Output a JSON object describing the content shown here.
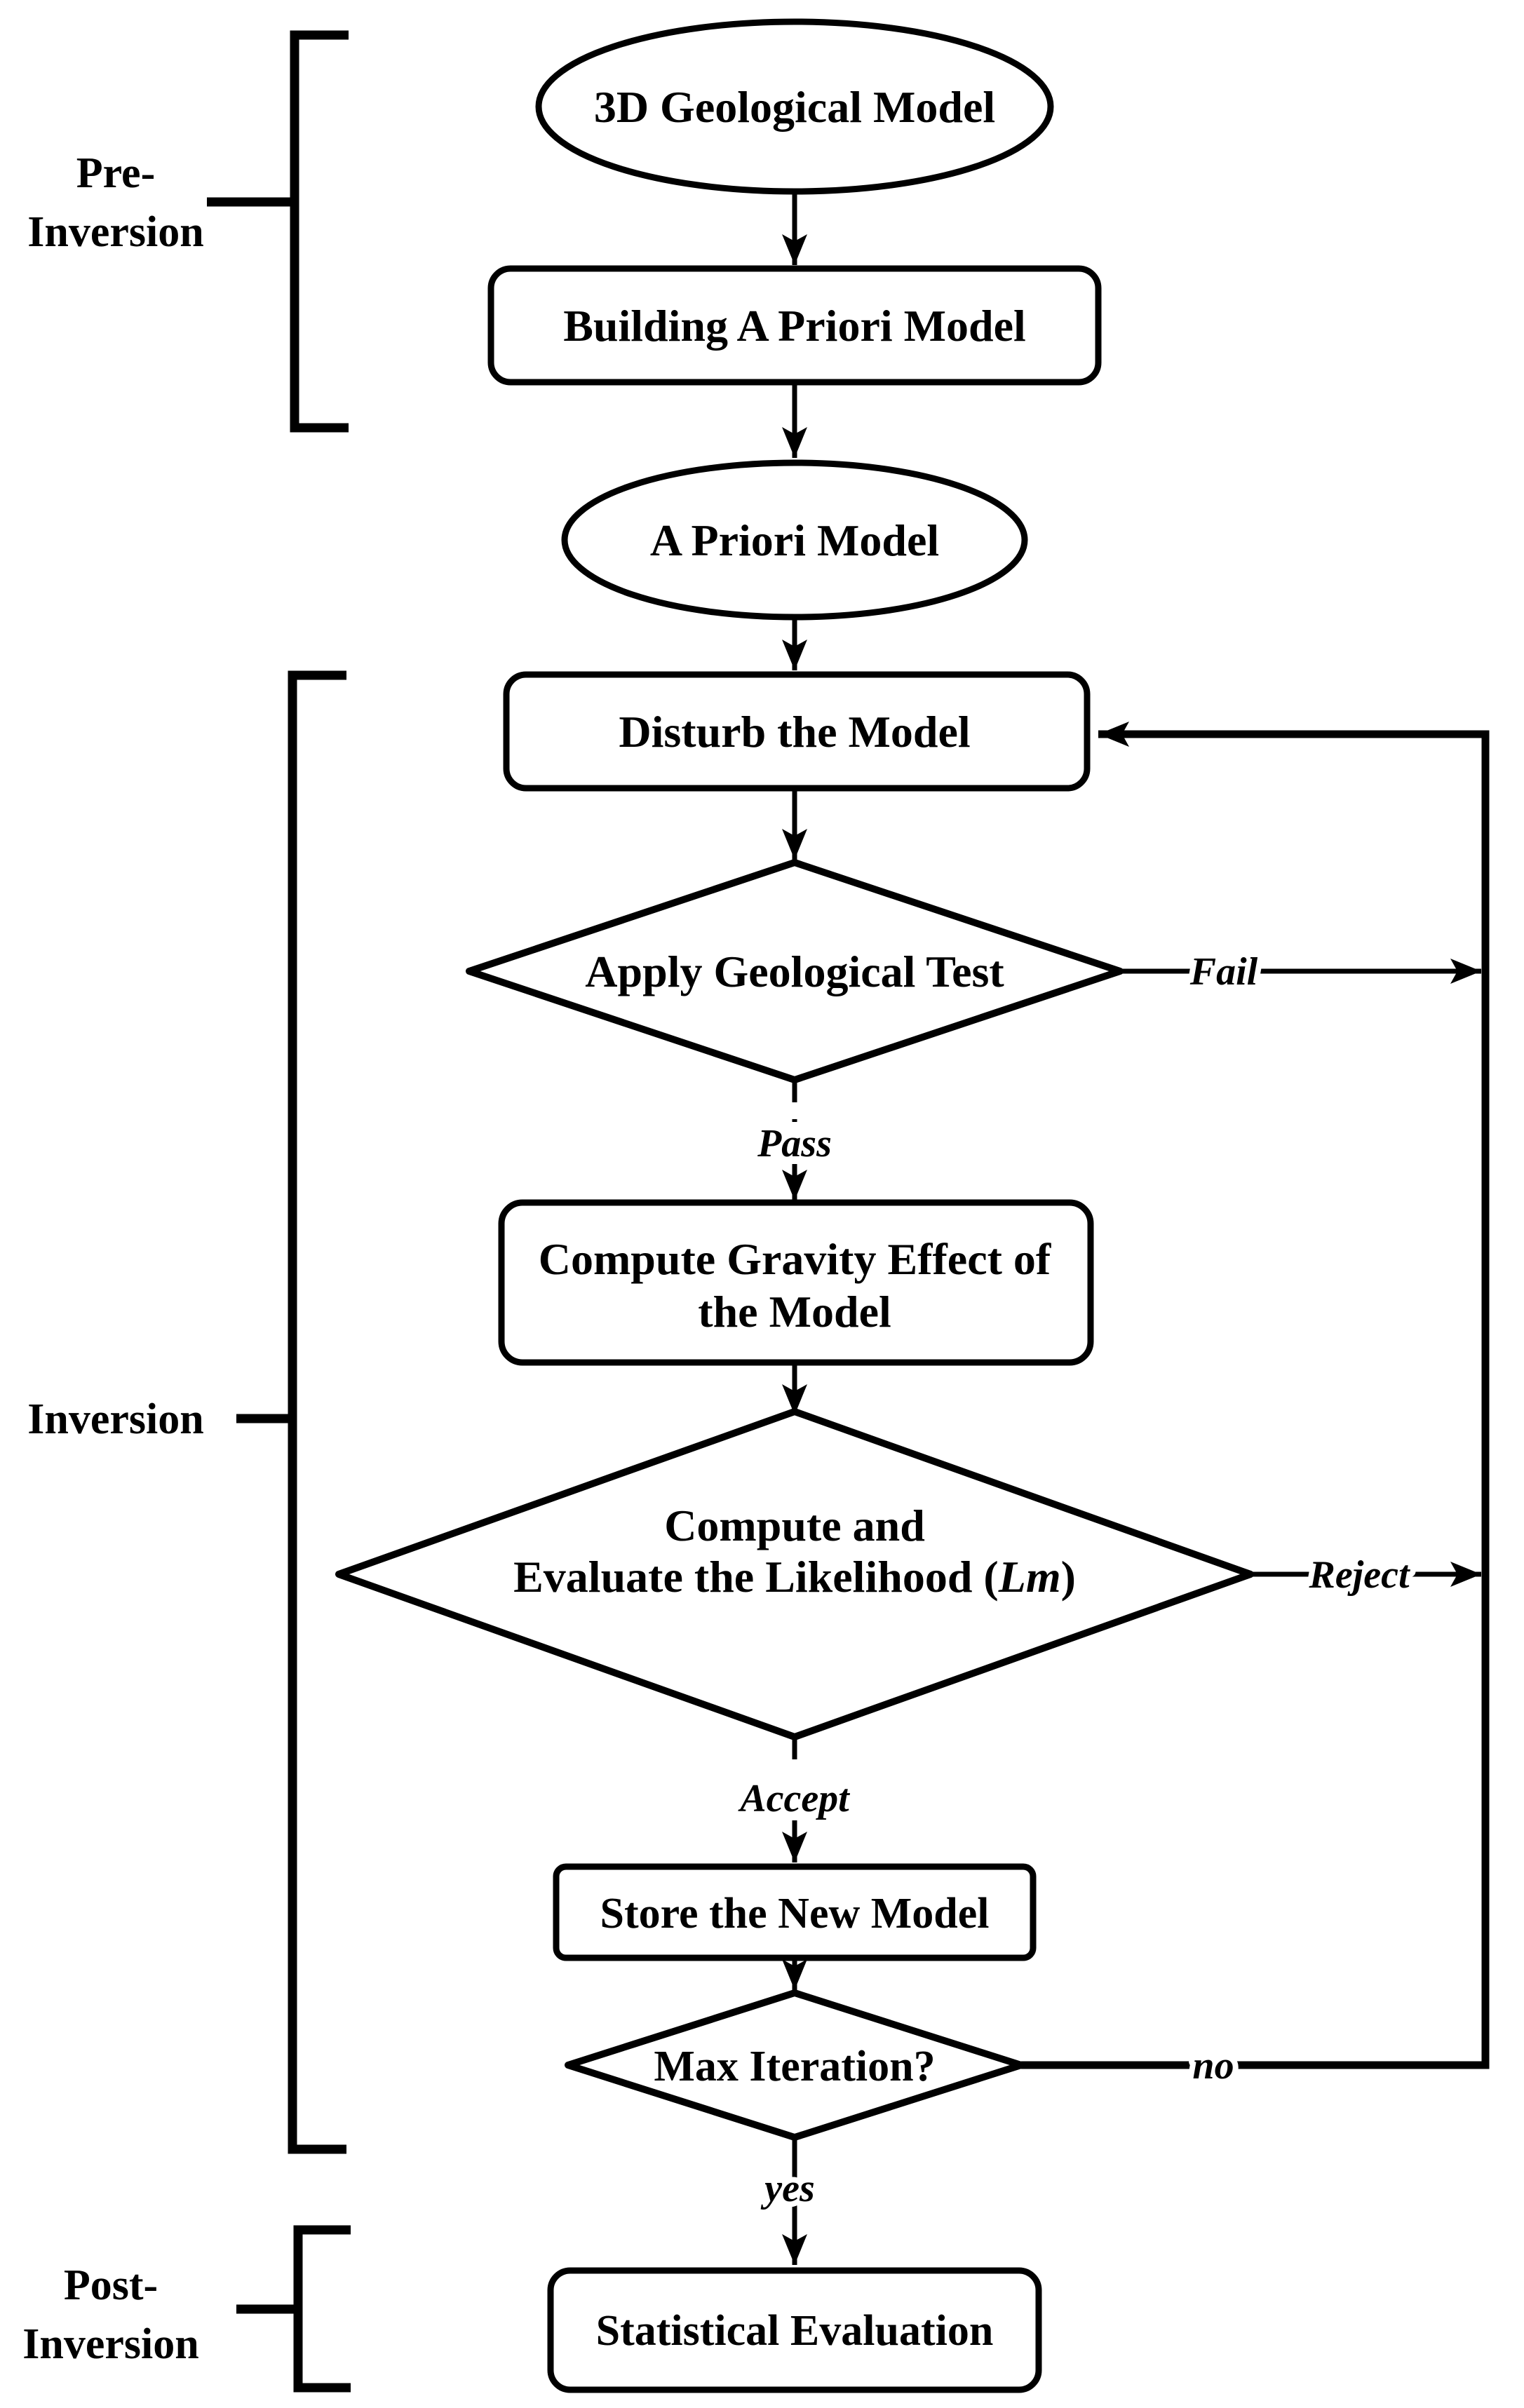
{
  "sections": {
    "pre": {
      "line1": "Pre-",
      "line2": "Inversion"
    },
    "mid": {
      "label": "Inversion"
    },
    "post": {
      "line1": "Post-",
      "line2": "Inversion"
    }
  },
  "nodes": {
    "geo_model": "3D Geological Model",
    "building_priori": "Building A Priori Model",
    "priori_model": "A Priori Model",
    "disturb": "Disturb the Model",
    "geo_test": "Apply Geological Test",
    "gravity_line1": "Compute Gravity Effect of",
    "gravity_line2": "the Model",
    "likelihood_line1": "Compute and",
    "likelihood_line2_a": "Evaluate the Likelihood (",
    "likelihood_line2_b": "Lm",
    "likelihood_line2_c": ")",
    "store": "Store the New Model",
    "max_iteration": "Max Iteration?",
    "stat_eval": "Statistical Evaluation"
  },
  "edges": {
    "fail": "Fail",
    "pass": "Pass",
    "reject": "Reject",
    "accept": "Accept",
    "no": "no",
    "yes": "yes"
  },
  "colors": {
    "ink": "#000000",
    "background": "#ffffff"
  }
}
